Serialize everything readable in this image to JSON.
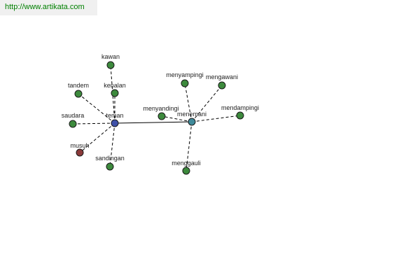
{
  "site": {
    "url": "http://www.artikata.com"
  },
  "colors": {
    "synonym": "#3d8a3d",
    "antonym": "#8b3a3a",
    "primary": "#3f51a8",
    "secondary": "#3f8a9a"
  },
  "graph": {
    "nodes": [
      {
        "id": "teman",
        "label": "teman",
        "kind": "primary"
      },
      {
        "id": "menemani",
        "label": "menemani",
        "kind": "secondary"
      },
      {
        "id": "kawan",
        "label": "kawan",
        "kind": "synonym"
      },
      {
        "id": "tandem",
        "label": "tandem",
        "kind": "synonym"
      },
      {
        "id": "kenalan",
        "label": "kenalan",
        "kind": "synonym"
      },
      {
        "id": "saudara",
        "label": "saudara",
        "kind": "synonym"
      },
      {
        "id": "musuh",
        "label": "musuh",
        "kind": "antonym"
      },
      {
        "id": "sandingan",
        "label": "sandingan",
        "kind": "synonym"
      },
      {
        "id": "menyandingi",
        "label": "menyandingi",
        "kind": "synonym"
      },
      {
        "id": "menyampingi",
        "label": "menyampingi",
        "kind": "synonym"
      },
      {
        "id": "mengawani",
        "label": "mengawani",
        "kind": "synonym"
      },
      {
        "id": "mendampingi",
        "label": "mendampingi",
        "kind": "synonym"
      },
      {
        "id": "menggauli",
        "label": "menggauli",
        "kind": "synonym"
      }
    ],
    "edges": [
      {
        "from": "teman",
        "to": "menemani",
        "style": "solid"
      },
      {
        "from": "teman",
        "to": "kawan",
        "style": "dashed"
      },
      {
        "from": "teman",
        "to": "tandem",
        "style": "dashed"
      },
      {
        "from": "teman",
        "to": "kenalan",
        "style": "dashed"
      },
      {
        "from": "teman",
        "to": "saudara",
        "style": "dashed"
      },
      {
        "from": "teman",
        "to": "musuh",
        "style": "dashed"
      },
      {
        "from": "teman",
        "to": "sandingan",
        "style": "dashed"
      },
      {
        "from": "menemani",
        "to": "menyandingi",
        "style": "dashed"
      },
      {
        "from": "menemani",
        "to": "menyampingi",
        "style": "dashed"
      },
      {
        "from": "menemani",
        "to": "mengawani",
        "style": "dashed"
      },
      {
        "from": "menemani",
        "to": "mendampingi",
        "style": "dashed"
      },
      {
        "from": "menemani",
        "to": "menggauli",
        "style": "dashed"
      }
    ]
  }
}
